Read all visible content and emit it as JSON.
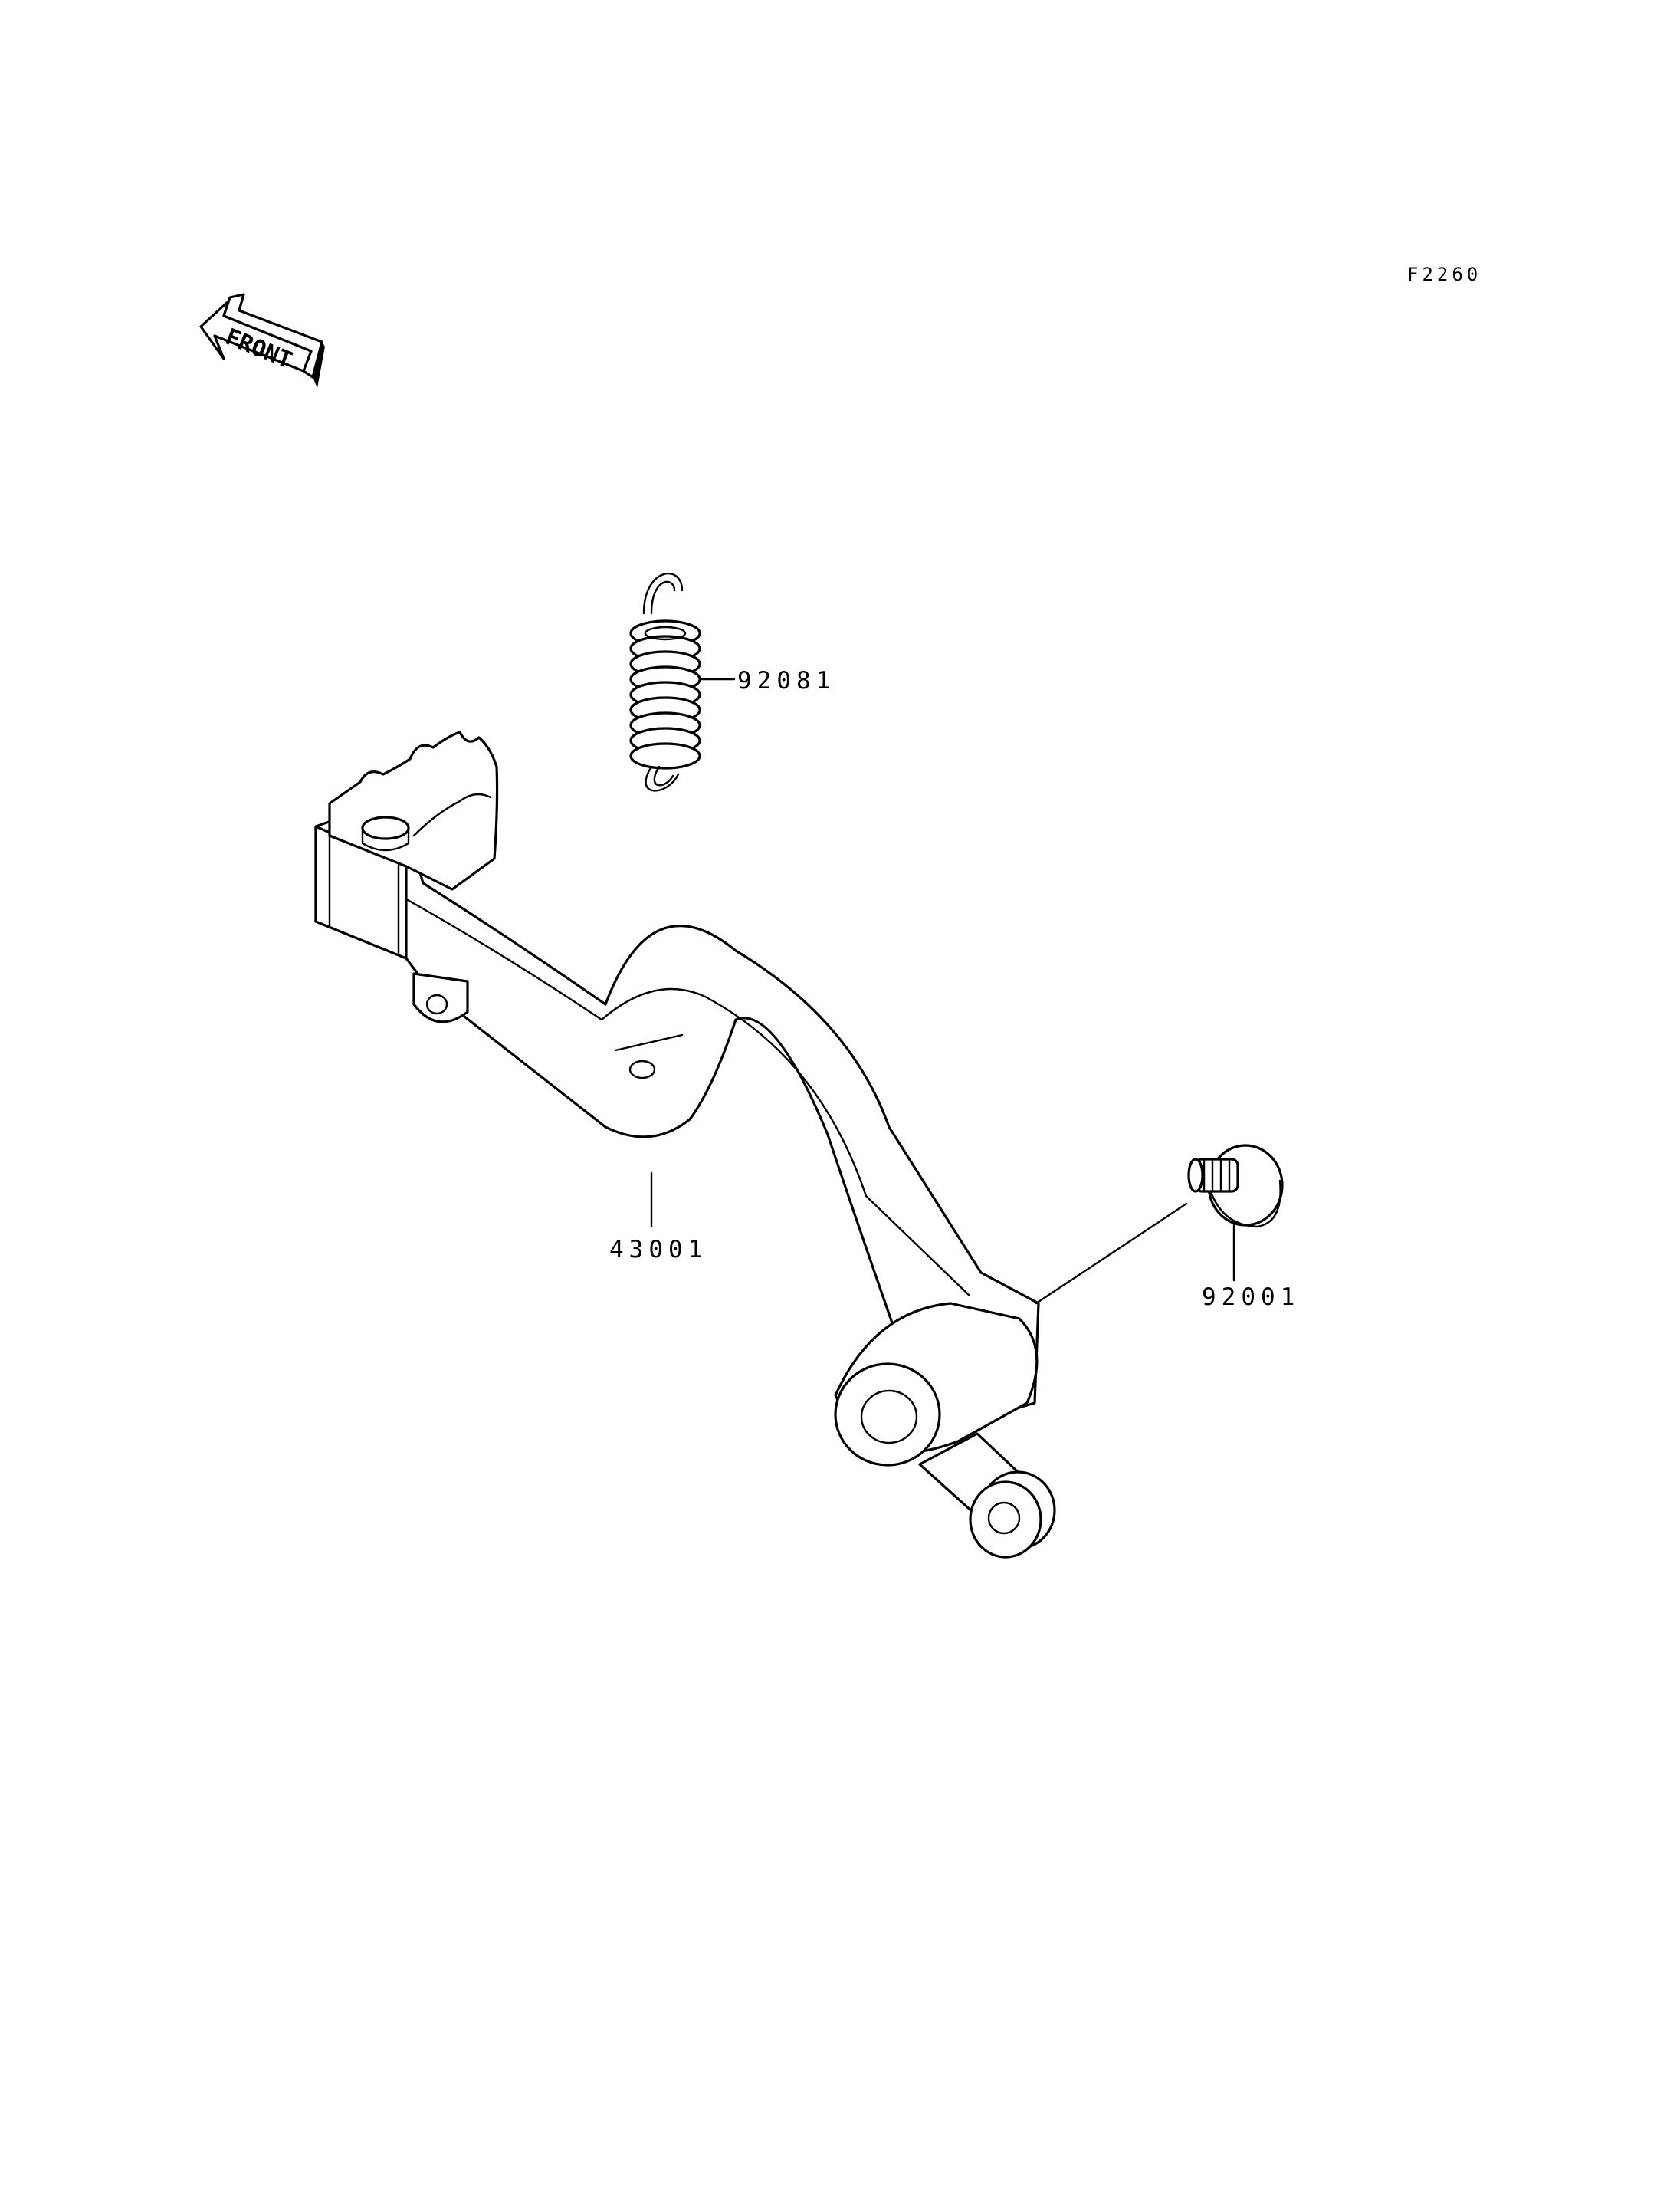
{
  "figure_code": "F2260",
  "front_label": "FRONT",
  "parts": [
    {
      "number": "92081"
    },
    {
      "number": "43001"
    },
    {
      "number": "92001"
    }
  ],
  "colors": {
    "ink": "#000000",
    "paper": "#ffffff"
  }
}
